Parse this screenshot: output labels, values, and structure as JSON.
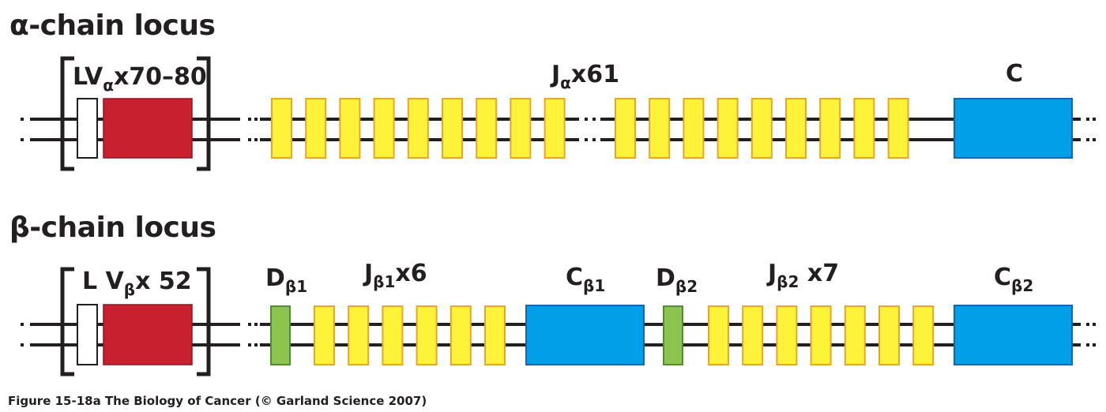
{
  "alpha": {
    "title": "α-chain locus",
    "v_label": {
      "prefix": "LV",
      "sub": "α",
      "suffix": "x70–80"
    },
    "j_label": {
      "prefix": "J",
      "sub": "α",
      "suffix": "x61"
    },
    "c_label": "C",
    "j_count_left": 9,
    "j_count_right": 9
  },
  "beta": {
    "title": "β-chain locus",
    "v_label": {
      "prefix": "L V",
      "sub": "β",
      "suffix": "x 52"
    },
    "d1_label": {
      "prefix": "D",
      "sub": "β1"
    },
    "j1_label": {
      "prefix": "J",
      "sub": "β1",
      "suffix": "x6"
    },
    "c1_label": {
      "prefix": "C",
      "sub": "β1"
    },
    "d2_label": {
      "prefix": "D",
      "sub": "β2"
    },
    "j2_label": {
      "prefix": "J",
      "sub": "β2",
      "suffix": " x7"
    },
    "c2_label": {
      "prefix": "C",
      "sub": "β2"
    },
    "j1_count": 6,
    "j2_count": 7
  },
  "caption": "Figure 15-18a  The Biology of Cancer (© Garland Science 2007)",
  "colors": {
    "leader": "#ffffff",
    "v_segment": "#c8202f",
    "j_segment": "#fff33a",
    "d_segment": "#8cc44f",
    "c_segment": "#009fe8"
  }
}
